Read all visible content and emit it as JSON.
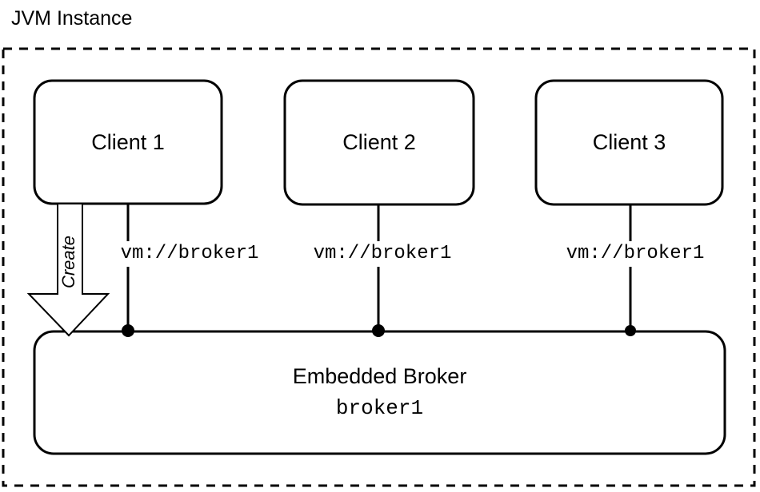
{
  "diagram": {
    "title": "JVM Instance",
    "container": {
      "name": "JVM Instance",
      "border_style": "dashed",
      "color": "#000000"
    },
    "clients": [
      {
        "label": "Client 1",
        "connection": "vm://broker1",
        "has_create_arrow": true,
        "create_label": "Create"
      },
      {
        "label": "Client 2",
        "connection": "vm://broker1",
        "has_create_arrow": false,
        "create_label": ""
      },
      {
        "label": "Client 3",
        "connection": "vm://broker1",
        "has_create_arrow": false,
        "create_label": ""
      }
    ],
    "broker": {
      "title": "Embedded Broker",
      "name": "broker1"
    },
    "colors": {
      "stroke": "#000000",
      "fill": "#ffffff",
      "text": "#000000"
    }
  }
}
